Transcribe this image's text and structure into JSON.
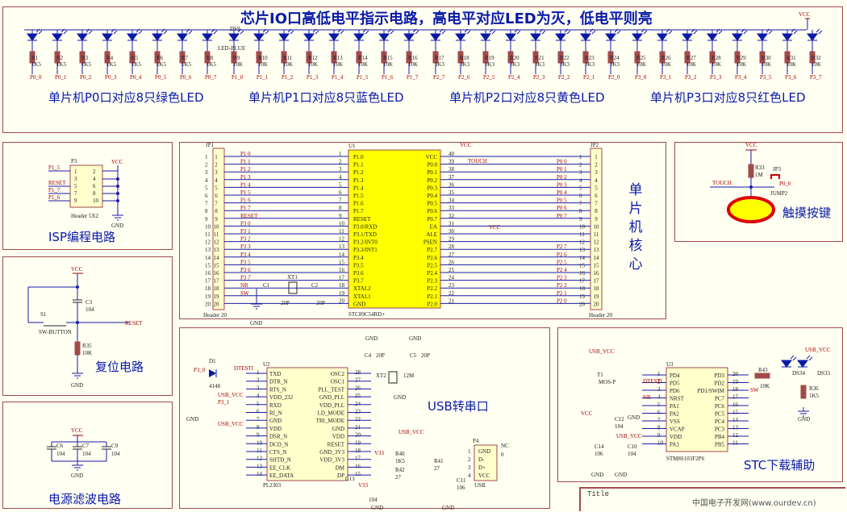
{
  "header": {
    "title": "芯片IO口高低电平指示电路，高电平对应LED为灭，低电平则亮",
    "vcc": "VCC"
  },
  "led_banks": [
    {
      "label": "单片机P0口对应8只绿色LED",
      "resistors": [
        "R1",
        "R2",
        "R3",
        "R4",
        "R5",
        "R6",
        "R7",
        "R8"
      ],
      "value": "1K5",
      "nets": [
        "P0_0",
        "P0_1",
        "P0_2",
        "P0_3",
        "P0_4",
        "P0_5",
        "P0_6",
        "P0_7"
      ]
    },
    {
      "label": "单片机P1口对应8只蓝色LED",
      "resistors": [
        "R9",
        "R10",
        "R11",
        "R12",
        "R13",
        "R14",
        "R15",
        "R16"
      ],
      "value": "10K",
      "nets": [
        "P1_0",
        "P1_1",
        "P1_2",
        "P1_3",
        "P1_4",
        "P1_5",
        "P1_6",
        "P1_7"
      ]
    },
    {
      "label": "单片机P2口对应8只黄色LED",
      "resistors": [
        "R17",
        "R18",
        "R19",
        "R20",
        "R21",
        "R22",
        "R23",
        "R24"
      ],
      "value": "3K3",
      "nets": [
        "P2_7",
        "P2_6",
        "P2_5",
        "P2_4",
        "P2_3",
        "P2_2",
        "P2_1",
        "P2_0"
      ]
    },
    {
      "label": "单片机P3口对应8只红色LED",
      "resistors": [
        "R25",
        "R26",
        "R27",
        "R28",
        "R29",
        "R30",
        "R31",
        "R32"
      ],
      "value": "10K",
      "nets": [
        "P3_0",
        "P3_1",
        "P3_2",
        "P3_3",
        "P3_4",
        "P3_5",
        "P3_6",
        "P3_7"
      ]
    }
  ],
  "led_extra": {
    "ds9": "DS9",
    "blue": "LED-BLUE"
  },
  "isp": {
    "title": "ISP编程电路",
    "ref": "P3",
    "part": "Header 5X2",
    "left_nets": [
      "P1_5",
      "RESET",
      "P1_7",
      "P1_6"
    ],
    "vcc": "VCC",
    "gnd": "GND"
  },
  "reset": {
    "title": "复位电路",
    "cap": "C3",
    "cap_val": "104",
    "switch": "S1",
    "switch_part": "SW-BUTTON",
    "res": "R35",
    "res_val": "10K",
    "net": "RESET",
    "vcc": "VCC",
    "gnd": "GND"
  },
  "power": {
    "title": "电源滤波电路",
    "caps": [
      "C6",
      "C7",
      "C9"
    ],
    "cap_val": "104",
    "vcc": "VCC",
    "gnd": "GND"
  },
  "core": {
    "title": "单片机核心",
    "jp1": "JP1",
    "jp2": "JP2",
    "u1": "U1",
    "u1_part": "STC89C54RD+",
    "header": "Header 20",
    "jp1_nets": [
      "P1 0",
      "P1 1",
      "P1 2",
      "P1 3",
      "P1 4",
      "P1 5",
      "P1 6",
      "P1 7",
      "RESET",
      "P3 0",
      "P3 1",
      "P3 2",
      "P3 3",
      "P3 4",
      "P3 5",
      "P3 6",
      "P3 7",
      "NR",
      "SW",
      ""
    ],
    "u1_left": [
      "P1.0",
      "P1.1",
      "P1.2",
      "P1.3",
      "P1.4",
      "P1.5",
      "P1.6",
      "P1.7",
      "RESET",
      "P3.0/RXD",
      "P3.1/TXD",
      "P3.2/INT0",
      "P3.3/INT1",
      "P3.4",
      "P3.5",
      "P3.6",
      "P3.7",
      "XTAL2",
      "XTAL1",
      "GND"
    ],
    "u1_right": [
      "VCC",
      "P0.0",
      "P0.1",
      "P0.2",
      "P0.3",
      "P0.4",
      "P0.5",
      "P0.6",
      "P0.7",
      "EA",
      "ALE",
      "PSEN",
      "P2.7",
      "P2.6",
      "P2.5",
      "P2.4",
      "P2.3",
      "P2.2",
      "P2.1",
      "P2.0"
    ],
    "u1_right_pins": [
      "40",
      "39",
      "38",
      "37",
      "36",
      "35",
      "34",
      "33",
      "32",
      "31",
      "30",
      "29",
      "28",
      "27",
      "26",
      "25",
      "24",
      "23",
      "22",
      "21"
    ],
    "jp2_nets": [
      "",
      "P0 0",
      "P0 1",
      "P0 2",
      "P0 3",
      "P0 4",
      "P0 5",
      "P0 6",
      "P0 7",
      "",
      "",
      "",
      "P2 7",
      "P2 6",
      "P2 5",
      "P2 4",
      "P2 3",
      "P2 2",
      "P2 1",
      "P2 0"
    ],
    "touch": "TOUCH",
    "vcc": "VCC",
    "xt": "XT1",
    "c1": "C1",
    "c2": "C2",
    "c_val": "20P",
    "gnd": "GND"
  },
  "touch": {
    "title": "触摸按键",
    "res": "R33",
    "res_val": "1M",
    "jp": "JP3",
    "jp_part": "JUMP2",
    "net": "TOUCH",
    "p00": "P0_0",
    "vcc": "VCC"
  },
  "usb": {
    "title": "USB转串口",
    "u2": "U2",
    "u2_part": "PL2303",
    "left": [
      "TXD",
      "DTR_N",
      "RTS_N",
      "VDD_232",
      "RXD",
      "RI_N",
      "GND",
      "VDD",
      "DSR_N",
      "DCD_N",
      "CTS_N",
      "SHTD_N",
      "EE_CLK",
      "EE_DATA"
    ],
    "left_pins": [
      "1",
      "2",
      "3",
      "4",
      "5",
      "6",
      "7",
      "8",
      "9",
      "10",
      "11",
      "12",
      "13",
      "14"
    ],
    "right": [
      "OSC2",
      "OSC1",
      "PLL_TEST",
      "GND_PLL",
      "VDD_PLL",
      "LD_MODE",
      "TRI_MODE",
      "GND",
      "VDD",
      "RESET",
      "GND_3V3",
      "VDD_3V3",
      "DM",
      "DP"
    ],
    "right_pins": [
      "28",
      "27",
      "26",
      "25",
      "24",
      "23",
      "22",
      "21",
      "20",
      "19",
      "18",
      "17",
      "16",
      "15"
    ],
    "d1": "D1",
    "d1_part": "4148",
    "p30": "P3_0",
    "dtr": "DTESTI",
    "usb_vcc": "USB_VCC",
    "p31": "P3_1",
    "gnd": "GND",
    "c4": "C4",
    "c5": "C5",
    "c_val": "20P",
    "xt2": "XT2",
    "xt2_val": "12M",
    "r40": "R40",
    "r41": "R41",
    "r42": "R42",
    "r41_val": "1K5",
    "r42_val": "27",
    "r40_val": "27",
    "c11": "C11",
    "c11_val": "106",
    "c13": "C13",
    "c13_val": "104",
    "v33": "V33",
    "p4": "P4",
    "p4_pins": [
      "GND",
      "D-",
      "D+",
      "VCC"
    ],
    "p4_part": "USB",
    "nc": "NC",
    "zero": "0"
  },
  "stc": {
    "title": "STC下载辅助",
    "u3": "U3",
    "u3_part": "STM8S103F2P6",
    "left": [
      "PD4",
      "PD5",
      "PD6",
      "NRST",
      "PA1",
      "PA2",
      "VSS",
      "VCAP",
      "VDD",
      "PA3"
    ],
    "right": [
      "PD3",
      "PD2",
      "PD1/SWIM",
      "PC7",
      "PC6",
      "PC5",
      "PC4",
      "PC3",
      "PB4",
      "PB5"
    ],
    "right_pins": [
      "20",
      "19",
      "18",
      "17",
      "16",
      "15",
      "14",
      "13",
      "12",
      "11"
    ],
    "usb_vcc": "USB_VCC",
    "t1": "T1",
    "t1_part": "MOS-P",
    "dtesti": "DTESTI",
    "nr": "NR",
    "vcc": "VCC",
    "r43": "R43",
    "r43_val": "10K",
    "sw": "SW",
    "ds34": "DS34",
    "ds33": "DS33",
    "r36": "R36",
    "r36_val": "1K5",
    "c12": "C12",
    "c12_val": "104",
    "c14": "C14",
    "c14_val": "106",
    "c10": "C10",
    "c10_val": "104",
    "gnd": "GND"
  },
  "titleblock": {
    "label": "Title"
  },
  "watermark": "中国电子开发网(www.ourdev.cn)"
}
